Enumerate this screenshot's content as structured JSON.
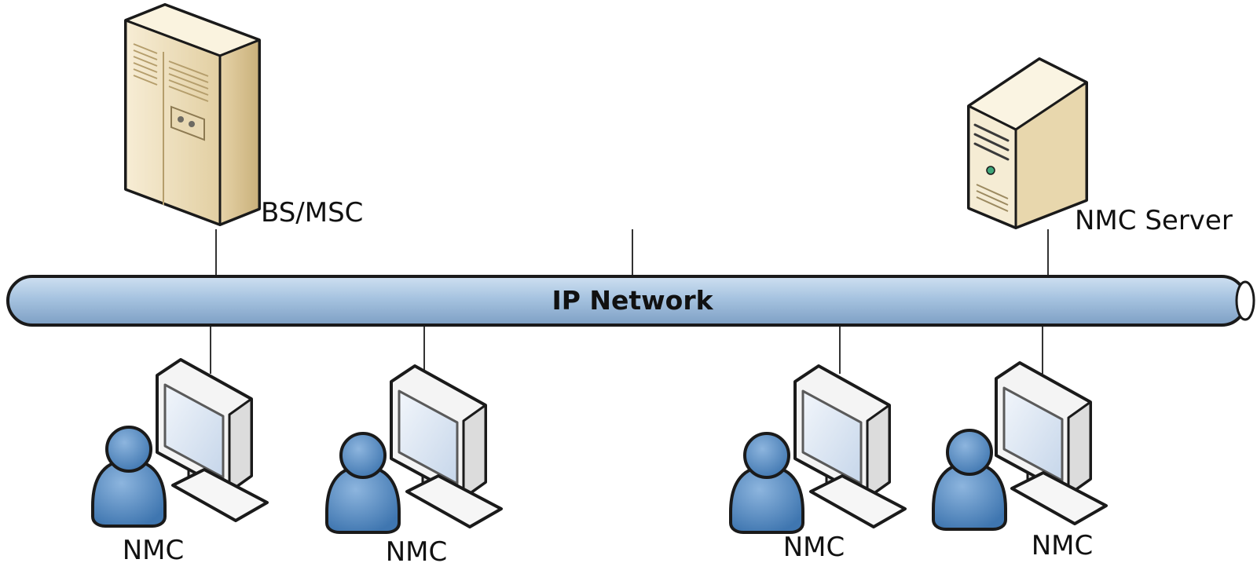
{
  "network": {
    "label": "IP Network"
  },
  "devices": {
    "bs_msc": {
      "label": "BS/MSC"
    },
    "nmc_server": {
      "label": "NMC Server"
    }
  },
  "workstations": [
    {
      "label": "NMC"
    },
    {
      "label": "NMC"
    },
    {
      "label": "NMC"
    },
    {
      "label": "NMC"
    }
  ],
  "colors": {
    "pipe": "#9fbedd",
    "user": "#4f86bf",
    "server_body": "#f0e3c4",
    "monitor_frame": "#f4f4f4",
    "screen": "#dce6f3"
  },
  "icons": [
    "tower-server-icon",
    "server-icon",
    "monitor-icon",
    "user-icon"
  ]
}
